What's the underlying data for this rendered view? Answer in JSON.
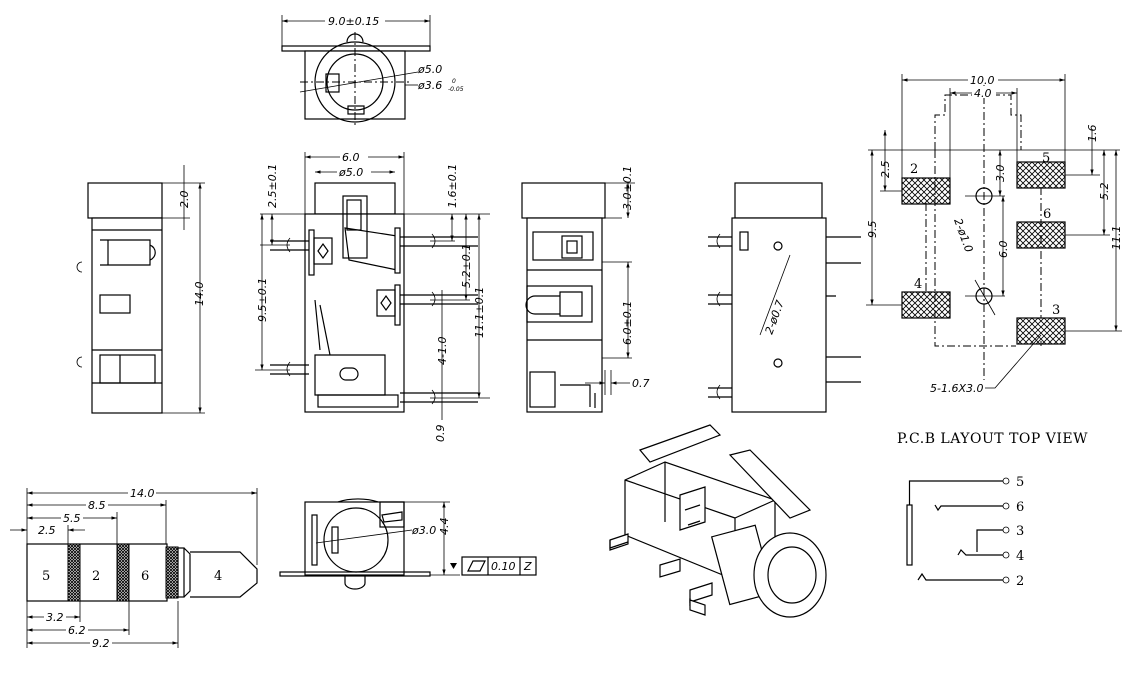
{
  "top_view": {
    "width": "9.0±0.15",
    "dia_outer": "ø5.0",
    "dia_inner": "ø3.6",
    "dia_inner_tol_upper": "0",
    "dia_inner_tol_lower": "-0.05"
  },
  "front_view": {
    "width": "6.0",
    "dia": "ø5.0",
    "d_top_left": "2.5±0.1",
    "d_left": "9.5±0.1",
    "d_top_right": "1.6±0.1",
    "d_mid_right": "5.2±0.1",
    "d_total_right": "11.1±0.1",
    "pin_width": "4-1.0",
    "bottom": "0.9"
  },
  "left_view": {
    "top": "2.0",
    "length": "14.0"
  },
  "side_view": {
    "top": "3.0±0.1",
    "mid": "6.0±0.1",
    "pin": "0.7"
  },
  "back_view": {
    "holes": "2-ø0.7"
  },
  "pcb_layout": {
    "title": "P.C.B LAYOUT TOP VIEW",
    "dims": {
      "width": "10.0",
      "inner": "4.0",
      "d1": "1.6",
      "d2": "2.5",
      "d3": "3.0",
      "d4": "5.2",
      "d5": "6.0",
      "d6": "9.5",
      "d7": "11.1",
      "holes": "2-ø1.0"
    },
    "pads": [
      "2",
      "5",
      "6",
      "4",
      "3"
    ],
    "pad_note": "5-1.6X3.0"
  },
  "schematic": {
    "pins": [
      "5",
      "6",
      "3",
      "4",
      "2"
    ]
  },
  "plug": {
    "segments": [
      "5",
      "2",
      "6",
      "4"
    ],
    "dims_top": [
      "14.0",
      "8.5",
      "5.5",
      "2.5"
    ],
    "dims_bottom": [
      "3.2",
      "6.2",
      "9.2"
    ]
  },
  "bottom_view": {
    "dia": "ø3.0",
    "height": "4.4",
    "flatness": {
      "value": "0.10",
      "datum": "Z"
    }
  }
}
